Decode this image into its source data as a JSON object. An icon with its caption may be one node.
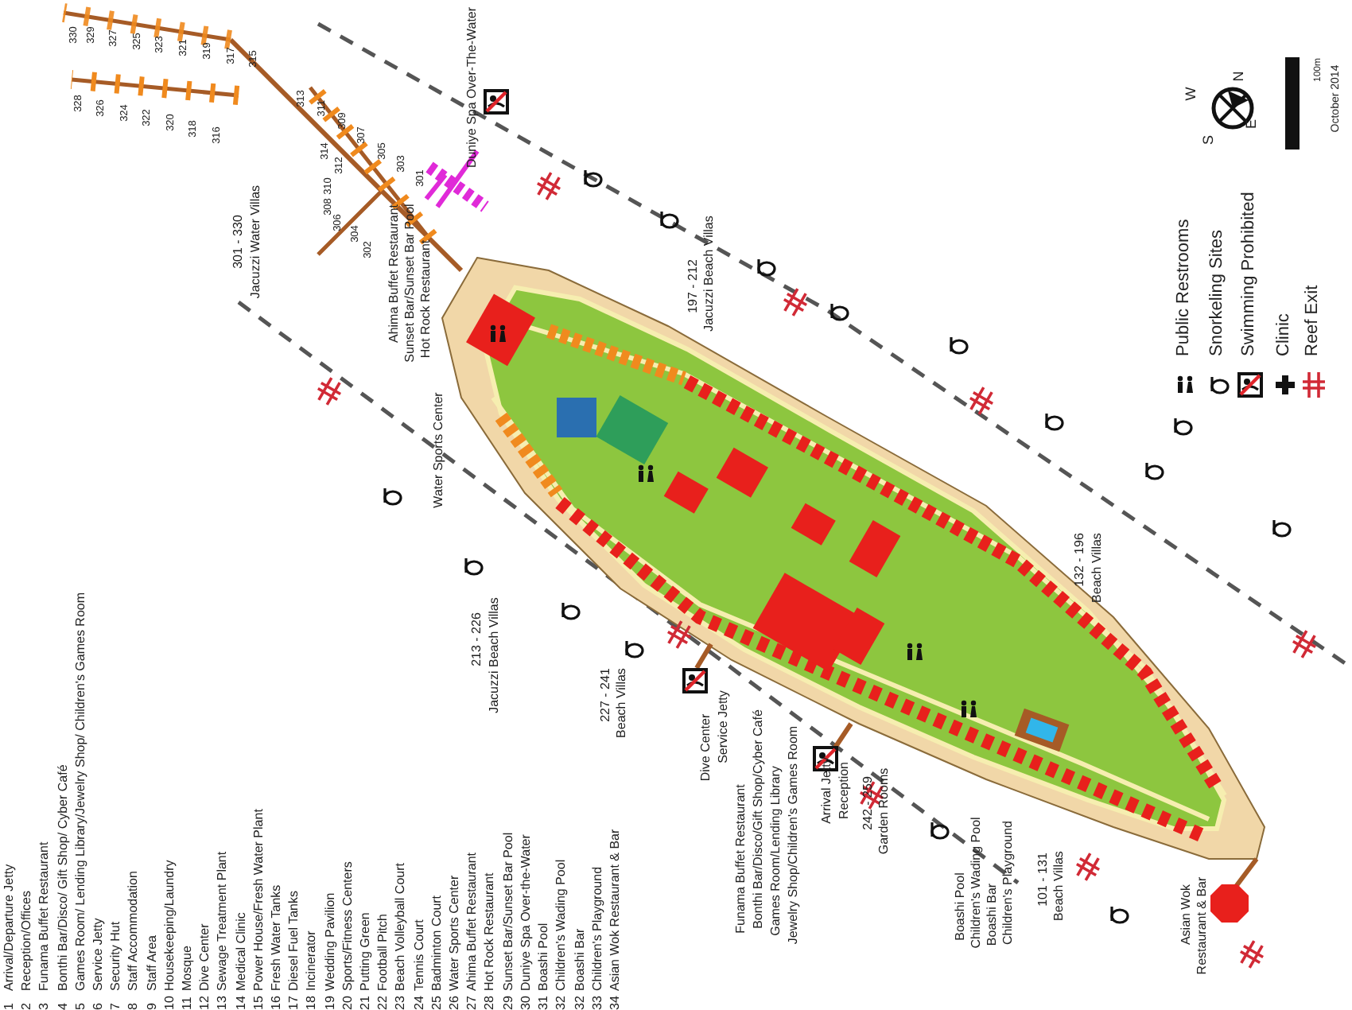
{
  "diagram": {
    "labels": [
      "1",
      "Arrival/Departure Jetty",
      "2",
      "Reception/Offices",
      "3",
      "Funama Buffet Restaurant",
      "4",
      "Bonthi Bar/Disco/ Gift Shop/ Cyber Café",
      "5",
      "Games Room/ Lending Library/Jewelry Shop/ Children's Games Room",
      "6",
      "Service Jetty",
      "7",
      "Security Hut",
      "8",
      "Staff Accommodation",
      "9",
      "Staff Area",
      "10",
      "Housekeeping/Laundry",
      "11",
      "Mosque",
      "12",
      "Dive Center",
      "13",
      "Sewage Treatment Plant",
      "14",
      "Medical Clinic",
      "15",
      "Power House/Fresh Water Plant",
      "16",
      "Fresh Water Tanks",
      "17",
      "Diesel Fuel Tanks",
      "18",
      "Incinerator",
      "19",
      "Wedding Pavilion",
      "20",
      "Sports/Fitness Centers",
      "21",
      "Putting Green",
      "22",
      "Football Pitch",
      "23",
      "Beach Volleyball Court",
      "24",
      "Tennis Court",
      "25",
      "Badminton Court",
      "26",
      "Water Sports Center",
      "27",
      "Ahima Buffet Restaurant",
      "28",
      "Hot Rock Restaurant",
      "29",
      "Sunset Bar/Sunset Bar Pool",
      "30",
      "Duniye Spa Over-the-Water",
      "31",
      "Boashi Pool",
      "32",
      "Children's Wading Pool",
      "32",
      "Boashi Bar",
      "33",
      "Children's Playground",
      "34",
      "Asian Wok Restaurant & Bar",
      "301 - 330",
      "Jacuzzi Water Villas",
      "Duniye Spa Over-The-Water",
      "Ahima Buffet Restaurant",
      "Sunset Bar/Sunset Bar Pool",
      "Hot Rock Restaurant",
      "Water Sports Center",
      "197 - 212",
      "Jacuzzi Beach Villas",
      "213 - 226",
      "Jacuzzi Beach Villas",
      "227 - 241",
      "Beach Villas",
      "Dive Center",
      "Service Jetty",
      "Funama Buffet Restaurant",
      "Bonthi Bar/Disco/Gift Shop/Cyber Café",
      "Games Room/Lending Library",
      "Jewelry Shop/Children's Games Room",
      "Arrival Jetty",
      "Reception",
      "242 - 259",
      "Garden Rooms",
      "132 - 196",
      "Beach Villas",
      "Boashi Pool",
      "Children's Wading Pool",
      "Boashi Bar",
      "Children's Playground",
      "101 - 131",
      "Beach Villas",
      "Asian Wok",
      "Restaurant & Bar",
      "330",
      "329",
      "327",
      "325",
      "323",
      "321",
      "319",
      "317",
      "315",
      "328",
      "326",
      "324",
      "322",
      "320",
      "318",
      "316",
      "313",
      "311",
      "309",
      "307",
      "305",
      "303",
      "301",
      "314",
      "312",
      "310",
      "308",
      "306",
      "304",
      "302",
      "W",
      "N",
      "S",
      "E",
      "100m",
      "October 2014"
    ],
    "legend": [
      {
        "text": "Public Restrooms"
      },
      {
        "text": "Snorkeling Sites"
      },
      {
        "text": "Swimming Prohibited"
      },
      {
        "text": "Clinic"
      },
      {
        "text": "Reef Exit"
      }
    ]
  }
}
